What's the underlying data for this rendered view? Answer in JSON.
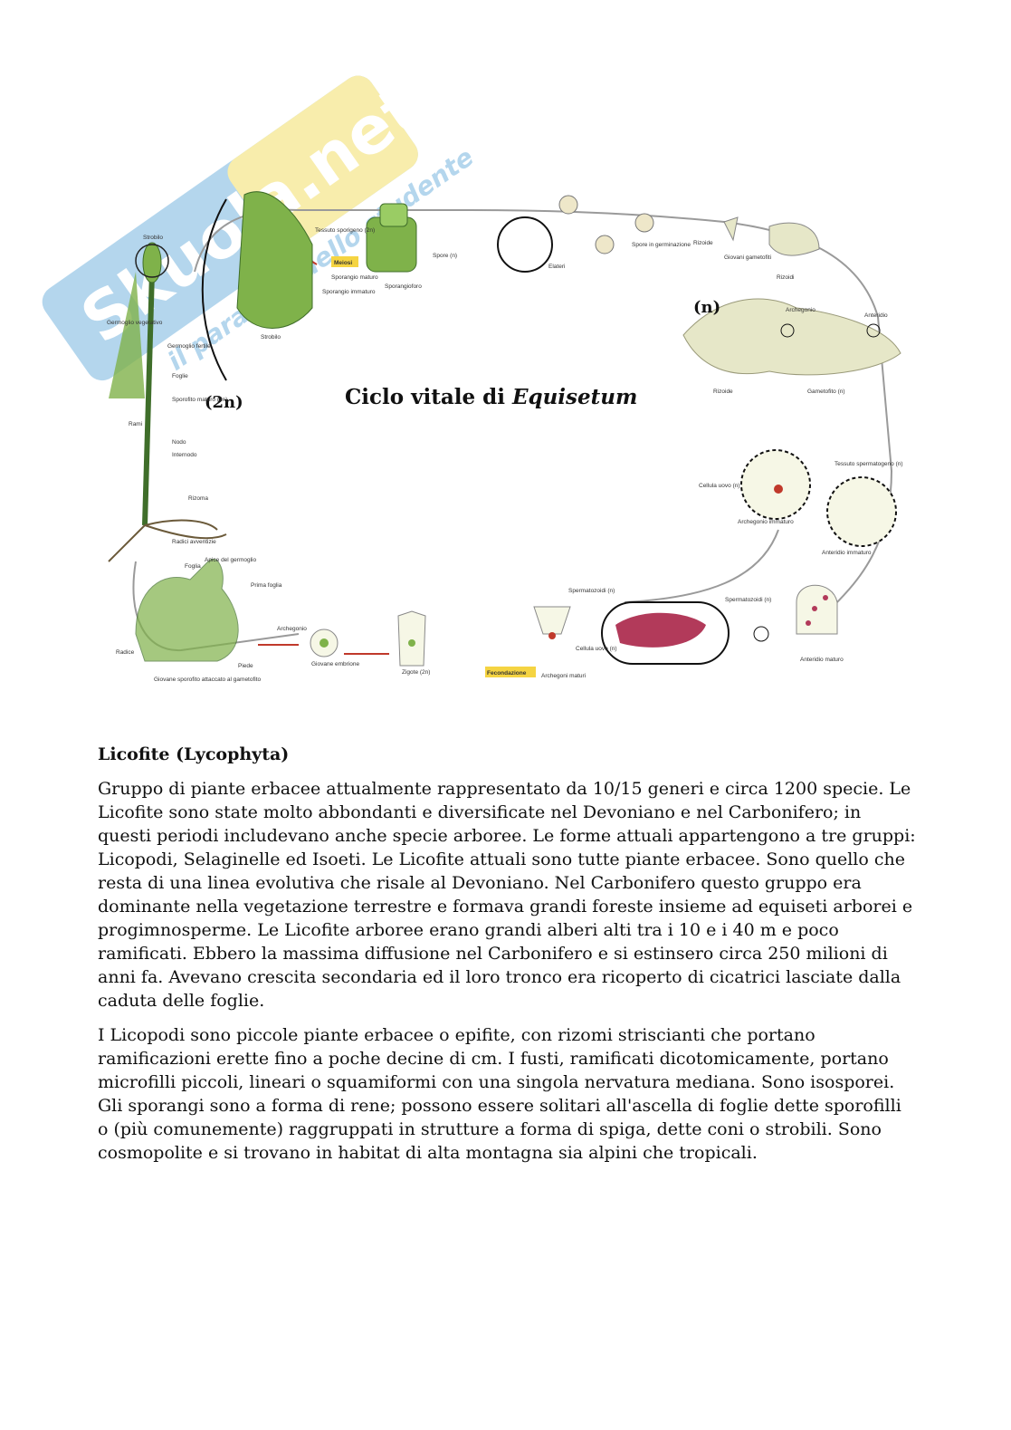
{
  "watermark": {
    "brand": "Skuola.net",
    "tagline": "il paradiso dello studente"
  },
  "figure": {
    "title_plain": "Ciclo vitale di ",
    "title_italic": "Equisetum",
    "phase_diploid": "(2n)",
    "phase_haploid": "(n)",
    "labels": {
      "strobilo": "Strobilo",
      "germoglio_vegetativo": "Germoglio vegetativo",
      "germoglio_fertile": "Germoglio fertile",
      "foglie": "Foglie",
      "sporofito_maturo": "Sporofito maturo (2n)",
      "rami": "Rami",
      "nodo": "Nodo",
      "internodo": "Internodo",
      "rizoma": "Rizoma",
      "radici_avventizie": "Radici avventizie",
      "tessuto_sporigeno": "Tessuto sporigeno (2n)",
      "meiosi": "Meiosi",
      "sporangio_maturo": "Sporangio maturo",
      "sporangio_immaturo": "Sporangio immaturo",
      "strobilo2": "Strobilo",
      "sporangioforo": "Sporangioforo",
      "spore": "Spore (n)",
      "elateri": "Elateri",
      "spore_germinazione": "Spore in germinazione",
      "rizoide": "Rizoide",
      "giovani_gametofiti": "Giovani gametofiti",
      "rizoidi": "Rizoidi",
      "archegonio": "Archegonio",
      "anteridio": "Anteridio",
      "rizoide2": "Rizoide",
      "gametofito": "Gametofito (n)",
      "cellula_uovo": "Cellula uovo (n)",
      "archegonio_immaturo": "Archegonio immaturo",
      "tessuto_spermatogeno": "Tessuto spermatogeno (n)",
      "anteridio_immaturo": "Anteridio immaturo",
      "spermatozoidi": "Spermatozoidi (n)",
      "spermatozoidi2": "Spermatozoidi (n)",
      "anteridio_maturo": "Anteridio maturo",
      "cellula_uovo2": "Cellula uovo (n)",
      "archegoni_maturi": "Archegoni maturi",
      "fecondazione": "Fecondazione",
      "zigote": "Zigote (2n)",
      "archegonio2": "Archegonio",
      "giovane_embrione": "Giovane embrione",
      "foglia": "Foglia",
      "apice_germoglio": "Apice del germoglio",
      "prima_foglia": "Prima foglia",
      "radice": "Radice",
      "piede": "Piede",
      "giovane_sporofito": "Giovane sporofito attaccato al gametofito"
    }
  },
  "section": {
    "heading": "Licofite (Lycophyta)",
    "paragraphs": [
      "Gruppo di piante erbacee attualmente rappresentato da 10/15 generi e circa 1200 specie. Le Licofite sono state molto abbondanti e diversificate nel Devoniano e nel Carbonifero; in questi periodi includevano anche specie arboree. Le forme attuali appartengono a tre gruppi: Licopodi, Selaginelle ed Isoeti. Le Licofite attuali sono tutte piante erbacee. Sono quello che resta di una linea evolutiva che risale al Devoniano. Nel Carbonifero questo gruppo era dominante nella vegetazione terrestre e formava grandi foreste insieme ad equiseti arborei e progimnosperme. Le Licofite arboree erano grandi alberi alti tra i 10 e i 40 m e poco ramificati. Ebbero la massima diffusione nel Carbonifero e si estinsero circa 250 milioni di anni fa. Avevano crescita secondaria ed il loro tronco era ricoperto di cicatrici lasciate dalla caduta delle foglie.",
      "I Licopodi sono piccole piante erbacee o epifite, con rizomi striscianti che portano ramificazioni erette fino a poche decine di cm. I fusti, ramificati dicotomicamente, portano microfilli piccoli, lineari o squamiformi con una singola nervatura mediana. Sono isosporei. Gli sporangi sono a forma di rene; possono essere solitari all'ascella di foglie dette sporofilli o (più comunemente) raggruppati in strutture a forma di spiga, dette coni o strobili. Sono cosmopolite e si trovano in habitat di alta montagna sia alpini che tropicali."
    ]
  },
  "colors": {
    "cycle_line": "#9a9a9a",
    "arrow_red": "#c0392b",
    "plant_green": "#7fb24a",
    "plant_dark": "#3f6e2a",
    "gametophyte": "#e6e7c8",
    "highlight": "#f5d442",
    "antheridium": "#b23a5a",
    "watermark_blue": "#5aa6d8",
    "watermark_yellow": "#f0d84a"
  },
  "icons": [
    "horsetail-plant",
    "strobilus-section",
    "spore-icon",
    "gametophyte-thallus",
    "archegonium-circle",
    "antheridium-circle",
    "sperm-icon",
    "zygote-icon",
    "embryo-icon"
  ]
}
